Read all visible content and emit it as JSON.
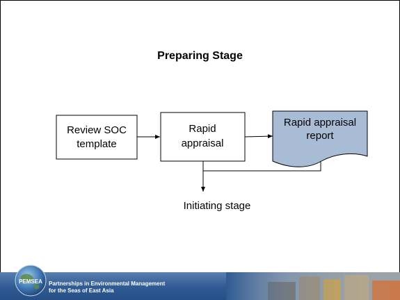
{
  "title": "Preparing Stage",
  "nodes": {
    "review": {
      "line1": "Review SOC",
      "line2": "template"
    },
    "rapid": {
      "line1": "Rapid",
      "line2": "appraisal"
    },
    "report": {
      "line1": "Rapid appraisal",
      "line2": "report"
    },
    "initiating": "Initiating stage"
  },
  "footer": {
    "line1": "Partnerships in Environmental Management",
    "line2": "for the Seas of East Asia",
    "logo_text": "PEMSEA"
  },
  "colors": {
    "document_fill": "#a9bcd6",
    "footer_blue": "#2f5a93"
  }
}
